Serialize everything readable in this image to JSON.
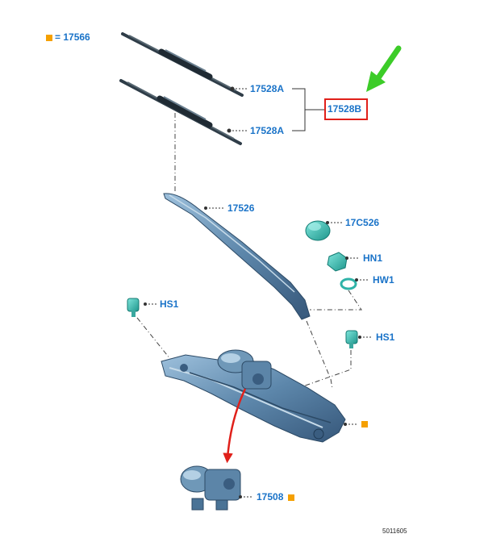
{
  "legend": {
    "symbol_color": "#f5a000",
    "text": "= 17566"
  },
  "labels": {
    "blade_upper": "17528A",
    "blade_lower": "17528A",
    "blade_kit": "17528B",
    "arm": "17526",
    "cap": "17C526",
    "nut": "HN1",
    "washer": "HW1",
    "screw_left": "HS1",
    "screw_right": "HS1",
    "motor": "17508"
  },
  "footer": {
    "code": "5011605"
  },
  "colors": {
    "label": "#1a73c8",
    "highlight_box": "#e0201a",
    "pointer_arrow": "#3ccc28",
    "callout_arrow": "#e0201a",
    "part_body": "#6f98b8",
    "part_teal": "#3fc2b8",
    "leader_line": "#333333"
  },
  "icons": {
    "pointer": "green-arrow-icon",
    "callout": "red-curved-arrow-icon"
  }
}
